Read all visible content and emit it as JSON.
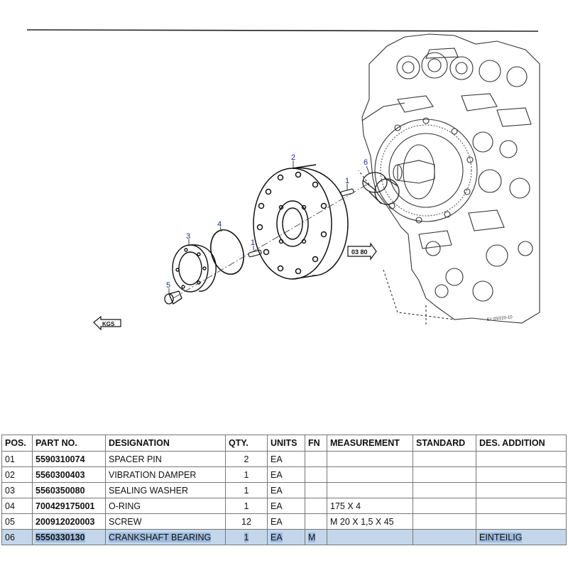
{
  "diagram": {
    "callouts": [
      "1",
      "2",
      "3",
      "4",
      "5",
      "6",
      "1"
    ],
    "ref_label": "03 80",
    "logo_text": "KGS",
    "corner_code": "E1 03/220-10"
  },
  "table": {
    "headers": [
      "POS.",
      "PART NO.",
      "DESIGNATION",
      "QTY.",
      "UNITS",
      "FN",
      "MEASUREMENT",
      "STANDARD",
      "DES. ADDITION"
    ],
    "rows": [
      {
        "pos": "01",
        "part_no": "5590310074",
        "designation": "SPACER PIN",
        "qty": "2",
        "units": "EA",
        "fn": "",
        "measurement": "",
        "standard": "",
        "addition": ""
      },
      {
        "pos": "02",
        "part_no": "5560300403",
        "designation": "VIBRATION DAMPER",
        "qty": "1",
        "units": "EA",
        "fn": "",
        "measurement": "",
        "standard": "",
        "addition": ""
      },
      {
        "pos": "03",
        "part_no": "5560350080",
        "designation": "SEALING WASHER",
        "qty": "1",
        "units": "EA",
        "fn": "",
        "measurement": "",
        "standard": "",
        "addition": ""
      },
      {
        "pos": "04",
        "part_no": "700429175001",
        "designation": "O-RING",
        "qty": "1",
        "units": "EA",
        "fn": "",
        "measurement": "175  X  4",
        "standard": "",
        "addition": ""
      },
      {
        "pos": "05",
        "part_no": "200912020003",
        "designation": "SCREW",
        "qty": "12",
        "units": "EA",
        "fn": "",
        "measurement": "M 20  X  1,5 X  45",
        "standard": "",
        "addition": ""
      },
      {
        "pos": "06",
        "part_no": "5550330130",
        "designation": "CRANKSHAFT BEARING",
        "qty": "1",
        "units": "EA",
        "fn": "M",
        "measurement": "",
        "standard": "",
        "addition": "EINTEILIG"
      }
    ],
    "selected_row": 5
  }
}
